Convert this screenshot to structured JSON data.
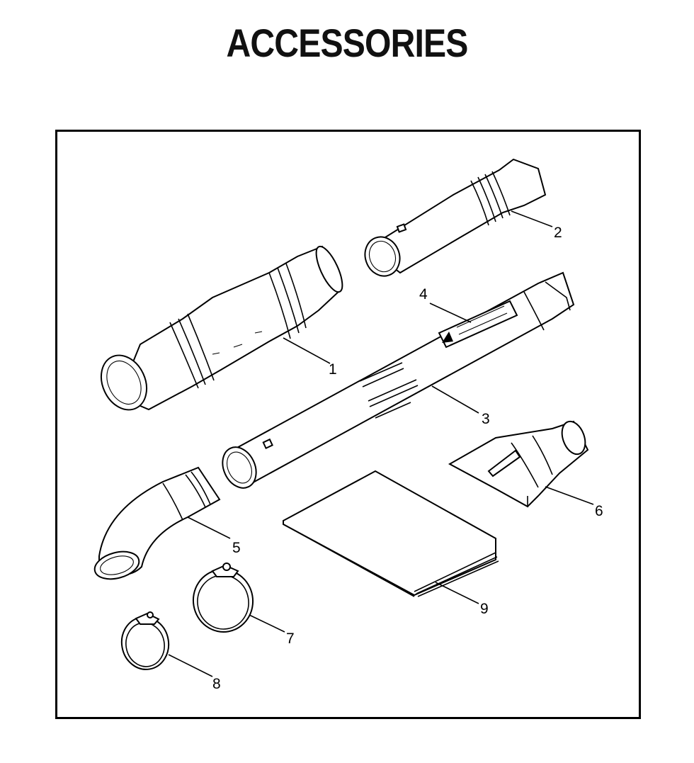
{
  "title": "ACCESSORIES",
  "callouts": [
    "1",
    "2",
    "3",
    "4",
    "5",
    "6",
    "7",
    "8",
    "9"
  ],
  "colors": {
    "ink": "#000000",
    "paper": "#ffffff"
  }
}
